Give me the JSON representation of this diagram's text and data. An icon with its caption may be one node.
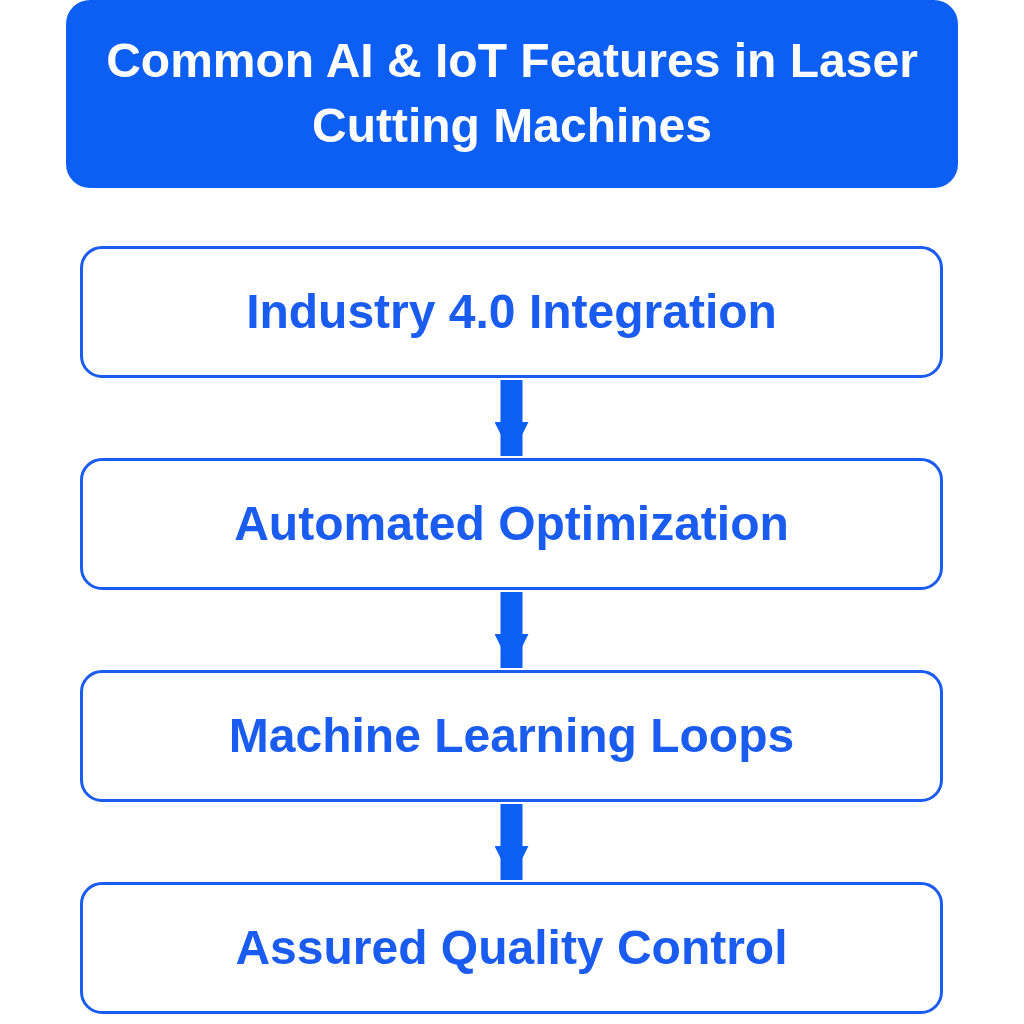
{
  "diagram": {
    "title": "Common AI & IoT Features in Laser Cutting Machines",
    "nodes": [
      {
        "text": [
          "Industry 4.0 Integration"
        ]
      },
      {
        "text": [
          "Automated Optimization"
        ]
      },
      {
        "text": [
          "Machine Learning Loops"
        ]
      },
      {
        "text": [
          "Assured Quality Control"
        ]
      }
    ],
    "edges": [
      {
        "from": 0,
        "to": 1,
        "arrow": "to"
      },
      {
        "from": 1,
        "to": 2,
        "arrow": "to"
      },
      {
        "from": 2,
        "to": 3,
        "arrow": "to"
      }
    ]
  }
}
